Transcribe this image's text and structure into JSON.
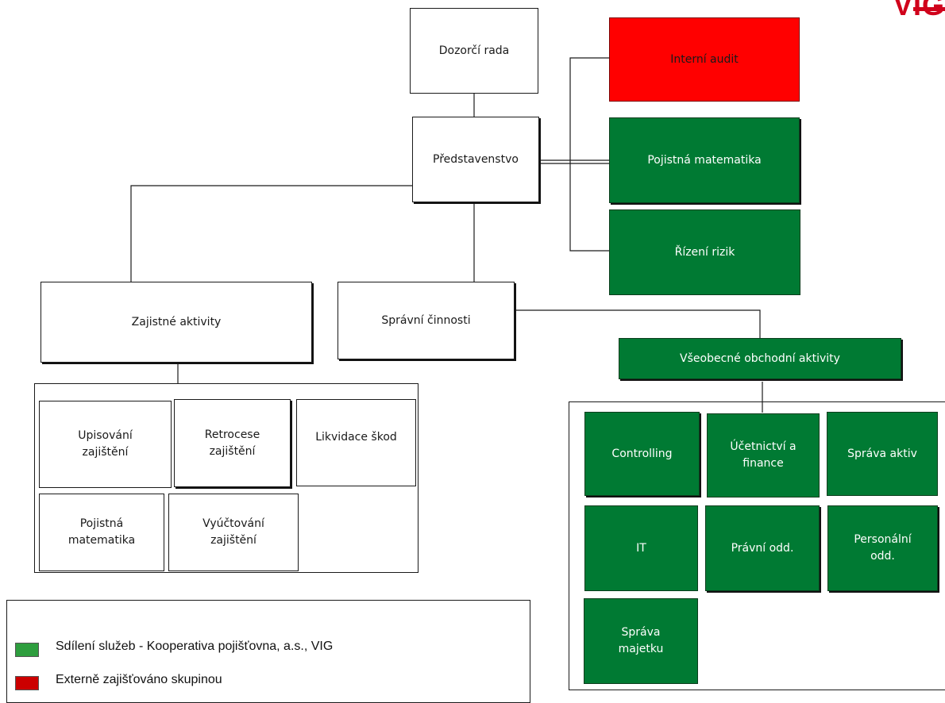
{
  "logo": {
    "text": "VIG"
  },
  "colors": {
    "shared_services": "#007a33",
    "external": "#ff0000"
  },
  "org": {
    "supervisory_board": "Dozorčí rada",
    "board": "Představenstvo",
    "internal_audit": "Interní audit",
    "actuarial_top": "Pojistná matematika",
    "risk_management": "Řízení rizik",
    "reinsurance_activities": "Zajistné aktivity",
    "administrative": "Správní činnosti",
    "general_business": "Všeobecné obchodní aktivity",
    "reinsurance_units": {
      "underwriting": "Upisování\nzajištění",
      "retrocession": "Retrocese\nzajištění",
      "claims": "Likvidace škod",
      "actuarial": "Pojistná\nmatematika",
      "settlement": "Vyúčtování\nzajištění"
    },
    "business_units": {
      "controlling": "Controlling",
      "accounting": "Účetnictví a\nfinance",
      "asset_mgmt": "Správa aktiv",
      "it": "IT",
      "legal": "Právní odd.",
      "hr": "Personální\nodd.",
      "property": "Správa\nmajetku"
    }
  },
  "legend": {
    "shared": "Sdílení služeb - Kooperativa pojišťovna, a.s., VIG",
    "external": "Externě zajišťováno skupinou"
  }
}
